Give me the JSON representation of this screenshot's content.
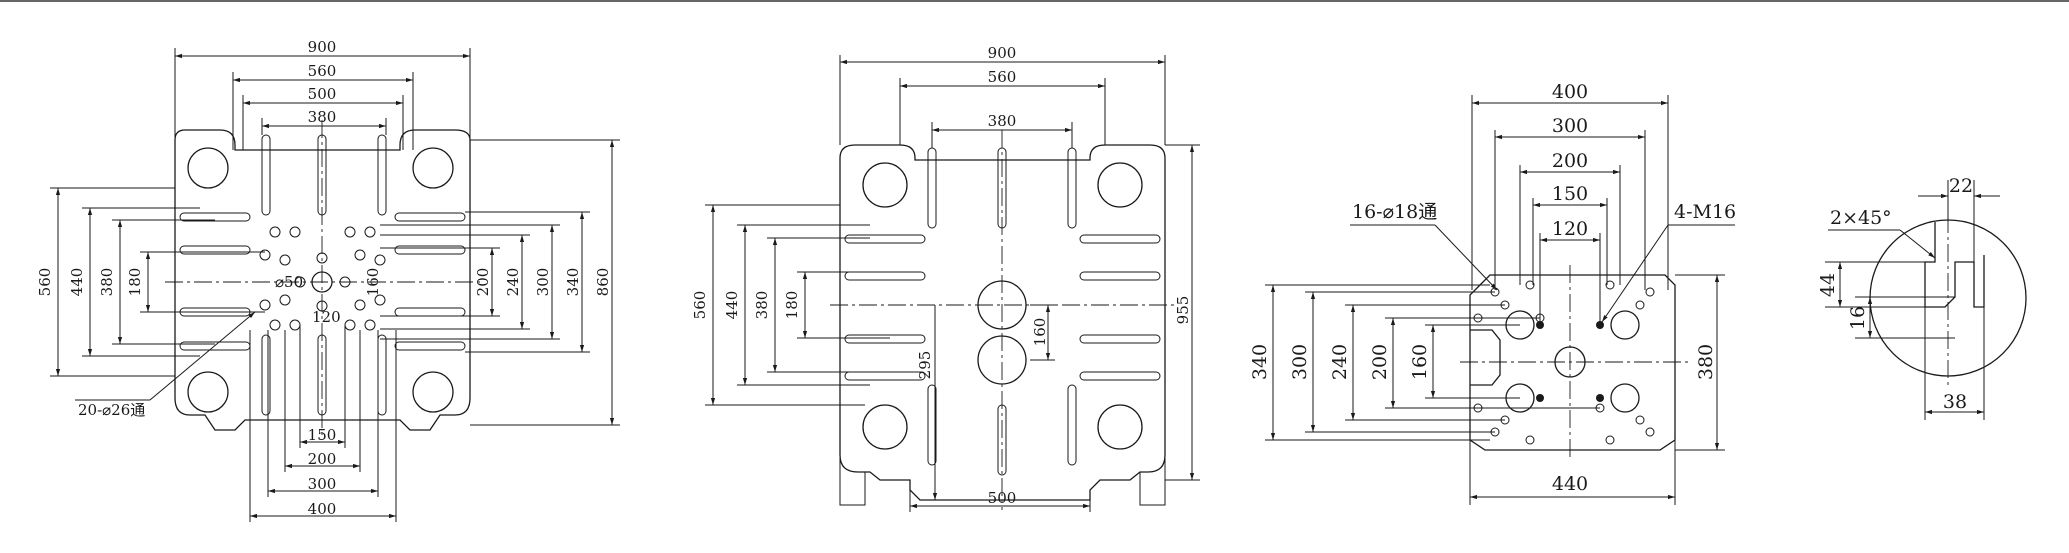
{
  "view1": {
    "dims": {
      "w900": "900",
      "w560": "560",
      "w500": "500",
      "w380": "380",
      "v560": "560",
      "v440": "440",
      "v380": "380",
      "v180": "180",
      "r200": "200",
      "r240": "240",
      "r300": "300",
      "r340": "340",
      "r860": "860",
      "d50": "⌀50",
      "c120": "120",
      "c160": "160",
      "b150": "150",
      "b200": "200",
      "b300": "300",
      "b400": "400"
    },
    "holes_note": "20-⌀26通"
  },
  "view2": {
    "dims": {
      "w900": "900",
      "w560": "560",
      "w380": "380",
      "v560": "560",
      "v440": "440",
      "v380": "380",
      "v180": "180",
      "c160": "160",
      "c295": "295",
      "r955": "955",
      "b500": "500"
    }
  },
  "view3": {
    "dims": {
      "w400": "400",
      "w300": "300",
      "w200": "200",
      "w150": "150",
      "w120": "120",
      "v340": "340",
      "v300": "300",
      "v240": "240",
      "v200": "200",
      "v160": "160",
      "r380": "380",
      "b440": "440"
    },
    "holes_note": "16-⌀18通",
    "thread_note": "4-M16"
  },
  "detail": {
    "chamfer": "2×45°",
    "w22": "22",
    "v44": "44",
    "v16": "16",
    "w38": "38"
  }
}
